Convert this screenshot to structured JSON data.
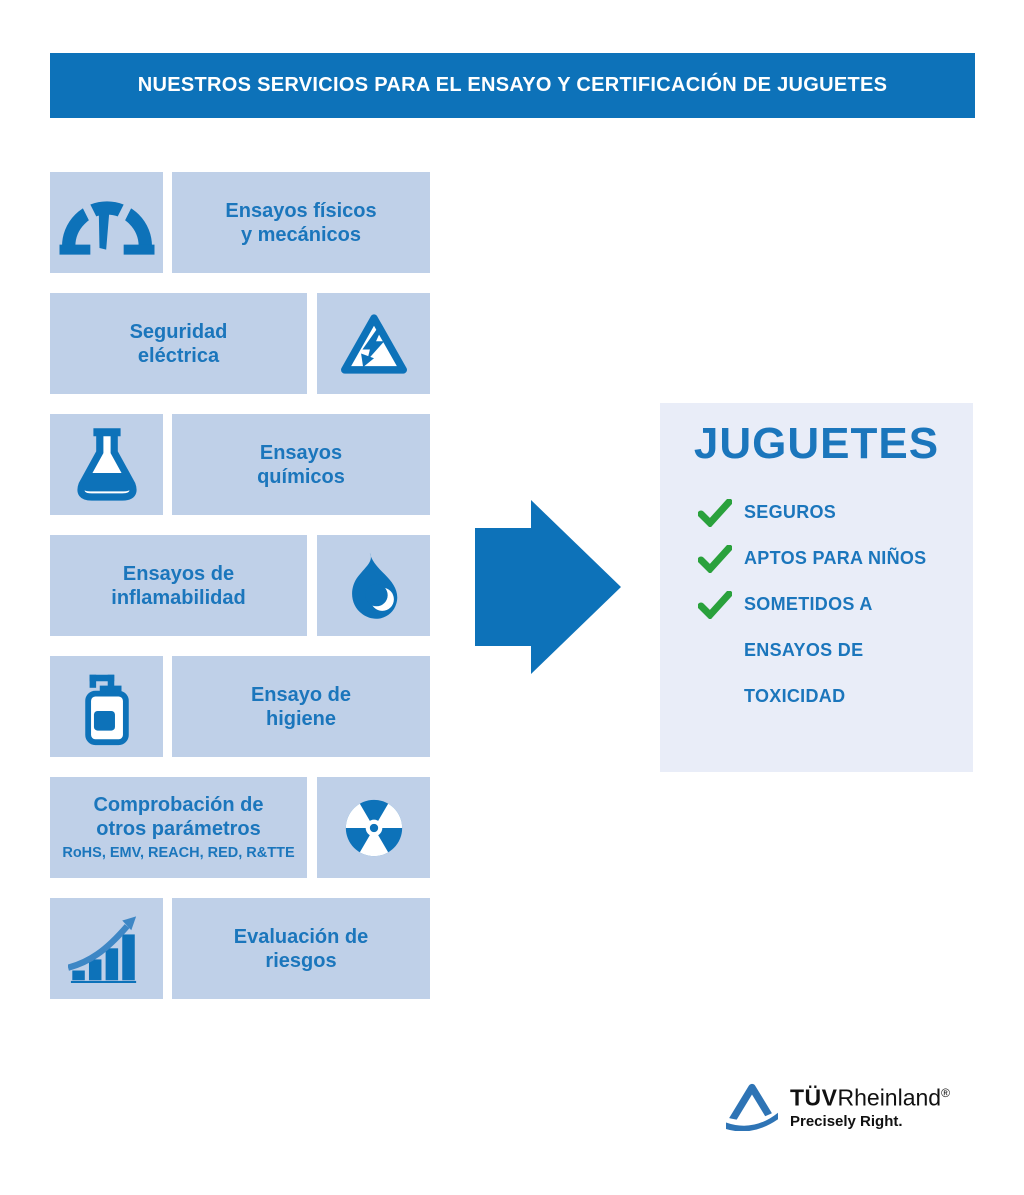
{
  "colors": {
    "brand_blue": "#0d72b9",
    "text_blue": "#1b76bc",
    "tile_blue": "#bfd0e8",
    "panel_blue": "#e9edf8",
    "check_green": "#2aa13c"
  },
  "banner": {
    "title": "NUESTROS SERVICIOS PARA EL ENSAYO Y CERTIFICACIÓN DE JUGUETES"
  },
  "services": [
    {
      "icon": "gauge-icon",
      "line1": "Ensayos físicos",
      "line2": "y mecánicos"
    },
    {
      "icon": "high-voltage-icon",
      "line1": "Seguridad",
      "line2": "eléctrica"
    },
    {
      "icon": "flask-icon",
      "line1": "Ensayos",
      "line2": "químicos"
    },
    {
      "icon": "flame-icon",
      "line1": "Ensayos de",
      "line2": "inflamabilidad"
    },
    {
      "icon": "soap-dispenser-icon",
      "line1": "Ensayo de",
      "line2": "higiene"
    },
    {
      "icon": "radiation-icon",
      "line1": "Comprobación de",
      "line2": "otros parámetros",
      "sub": "RoHS, EMV, REACH, RED, R&TTE"
    },
    {
      "icon": "bar-chart-icon",
      "line1": "Evaluación de",
      "line2": "riesgos"
    }
  ],
  "result_panel": {
    "title": "JUGUETES",
    "items": [
      "SEGUROS",
      "APTOS PARA NIÑOS",
      "SOMETIDOS A ENSAYOS DE TOXICIDAD"
    ]
  },
  "logo": {
    "brand_bold": "TÜV",
    "brand_regular": "Rheinland",
    "registered": "®",
    "tagline": "Precisely Right."
  }
}
